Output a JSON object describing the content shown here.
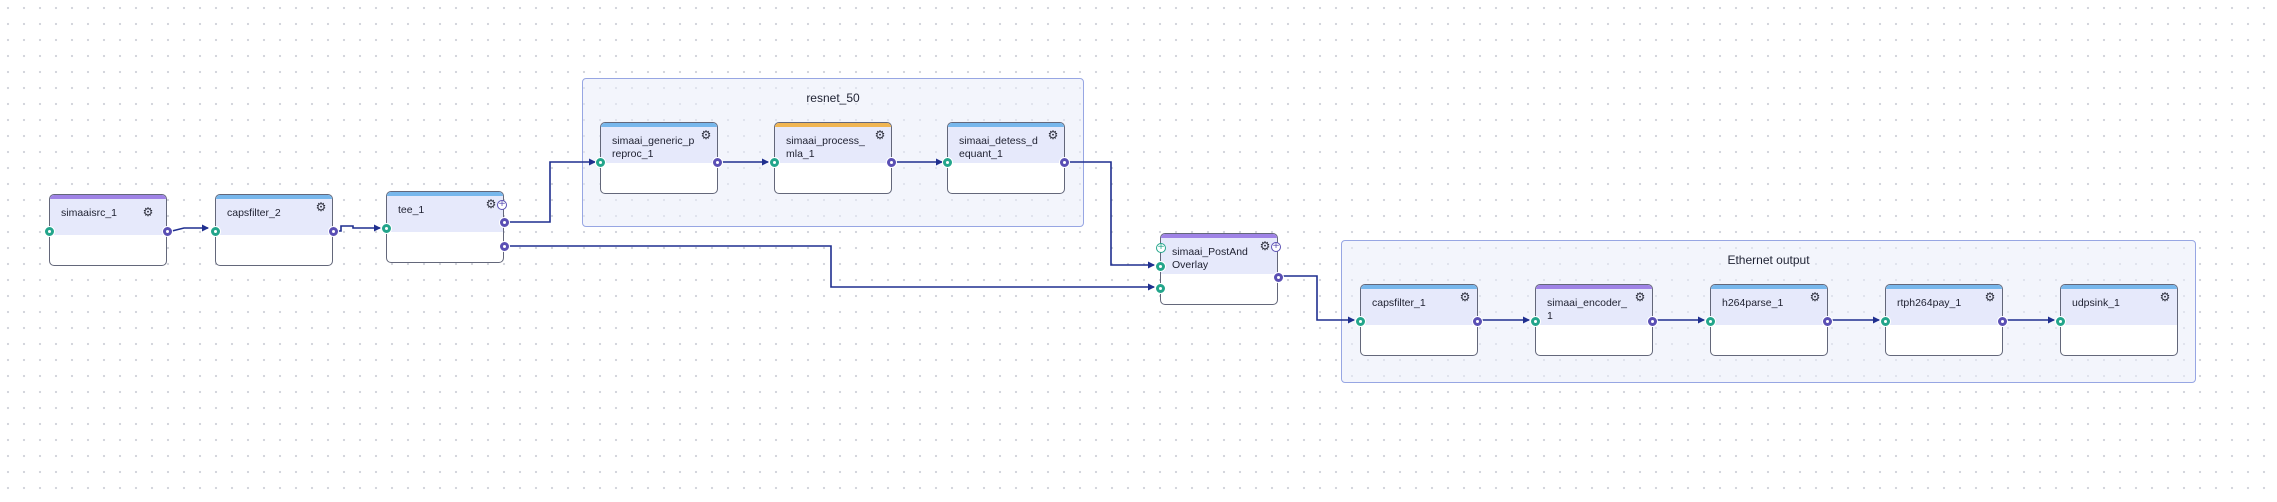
{
  "colors": {
    "edge": "#1f2f8f",
    "port_in": "#23a58b",
    "port_out": "#5a4fb4",
    "group_border": "#97a6e3",
    "header_fill": "#e6e9fb",
    "bar_purple": "#9f83e6",
    "bar_blue": "#77b7ec",
    "bar_orange": "#f0b552"
  },
  "icons": {
    "settings": "gear-icon",
    "add_port": "plus-circle-icon",
    "input_port": "input-port-dot",
    "output_port": "output-port-dot"
  },
  "groups": [
    {
      "id": "resnet_50",
      "title": "resnet_50"
    },
    {
      "id": "ethernet_output",
      "title": "Ethernet output"
    }
  ],
  "nodes": [
    {
      "id": "simaaisrc_1",
      "label": "simaaisrc_1",
      "bar": "purple"
    },
    {
      "id": "capsfilter_2",
      "label": "capsfilter_2",
      "bar": "blue"
    },
    {
      "id": "tee_1",
      "label": "tee_1",
      "bar": "blue"
    },
    {
      "id": "simaai_generic_preproc_1",
      "label": "simaai_generic_preproc_1",
      "bar": "blue"
    },
    {
      "id": "simaai_process_mla_1",
      "label": "simaai_process_mla_1",
      "bar": "orange"
    },
    {
      "id": "simaai_detess_dequant_1",
      "label": "simaai_detess_dequant_1",
      "bar": "blue"
    },
    {
      "id": "simaai_PostAndOverlay",
      "label": "simaai_PostAndOverlay",
      "bar": "purple"
    },
    {
      "id": "capsfilter_1",
      "label": "capsfilter_1",
      "bar": "blue"
    },
    {
      "id": "simaai_encoder_1",
      "label": "simaai_encoder_1",
      "bar": "purple"
    },
    {
      "id": "h264parse_1",
      "label": "h264parse_1",
      "bar": "blue"
    },
    {
      "id": "rtph264pay_1",
      "label": "rtph264pay_1",
      "bar": "blue"
    },
    {
      "id": "udpsink_1",
      "label": "udpsink_1",
      "bar": "blue"
    }
  ],
  "edges": [
    {
      "from": "simaaisrc_1",
      "to": "capsfilter_2"
    },
    {
      "from": "capsfilter_2",
      "to": "tee_1"
    },
    {
      "from": "tee_1",
      "to": "simaai_generic_preproc_1"
    },
    {
      "from": "simaai_generic_preproc_1",
      "to": "simaai_process_mla_1"
    },
    {
      "from": "simaai_process_mla_1",
      "to": "simaai_detess_dequant_1"
    },
    {
      "from": "simaai_detess_dequant_1",
      "to": "simaai_PostAndOverlay"
    },
    {
      "from": "tee_1",
      "to": "simaai_PostAndOverlay"
    },
    {
      "from": "simaai_PostAndOverlay",
      "to": "capsfilter_1"
    },
    {
      "from": "capsfilter_1",
      "to": "simaai_encoder_1"
    },
    {
      "from": "simaai_encoder_1",
      "to": "h264parse_1"
    },
    {
      "from": "h264parse_1",
      "to": "rtph264pay_1"
    },
    {
      "from": "rtph264pay_1",
      "to": "udpsink_1"
    }
  ]
}
